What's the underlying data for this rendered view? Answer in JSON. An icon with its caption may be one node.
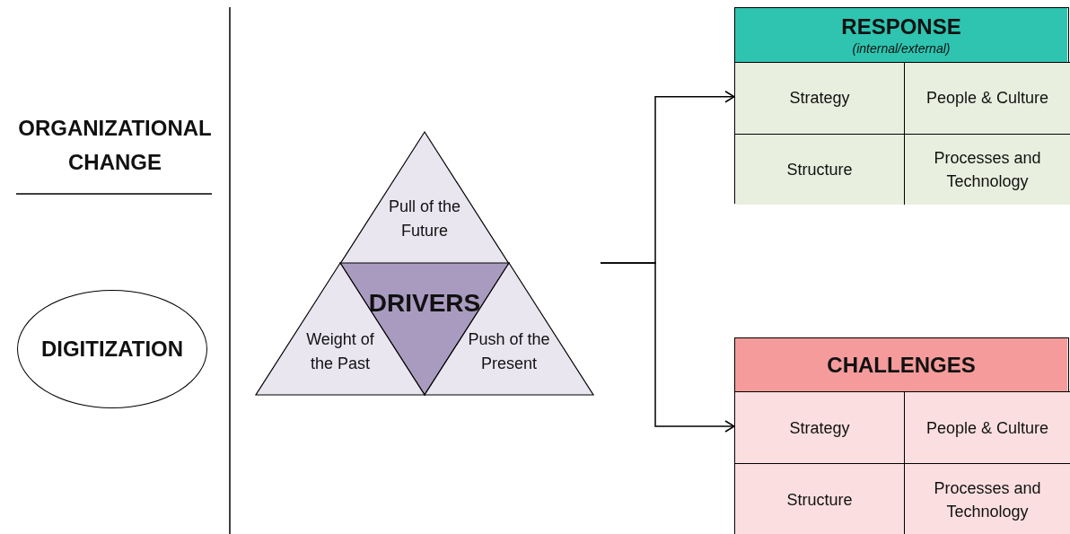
{
  "diagram": {
    "nodes": [
      {
        "text": [
          "DIGITIZATION"
        ]
      },
      {
        "text": [
          "Pull of the Future"
        ]
      },
      {
        "text": [
          "DRIVERS"
        ]
      },
      {
        "text": [
          "Weight of the Past"
        ]
      },
      {
        "text": [
          "Push of the Present"
        ]
      },
      {
        "text": [
          "RESPONSE",
          "(internal/external)"
        ]
      },
      {
        "text": [
          "Strategy"
        ],
        "in": 5
      },
      {
        "text": [
          "People & Culture"
        ],
        "in": 5
      },
      {
        "text": [
          "Structure"
        ],
        "in": 5
      },
      {
        "text": [
          "Processes and Technology"
        ],
        "in": 5
      },
      {
        "text": [
          "CHALLENGES"
        ]
      },
      {
        "text": [
          "Strategy"
        ],
        "in": 10
      },
      {
        "text": [
          "People & Culture"
        ],
        "in": 10
      },
      {
        "text": [
          "Structure"
        ],
        "in": 10
      },
      {
        "text": [
          "Processes and Technology"
        ],
        "in": 10
      }
    ],
    "edges": [
      {
        "from": null,
        "to": 5,
        "arrow": "to"
      },
      {
        "from": null,
        "to": 10,
        "arrow": "to"
      }
    ],
    "labels": [
      "ORGANIZATIONAL CHANGE"
    ]
  }
}
